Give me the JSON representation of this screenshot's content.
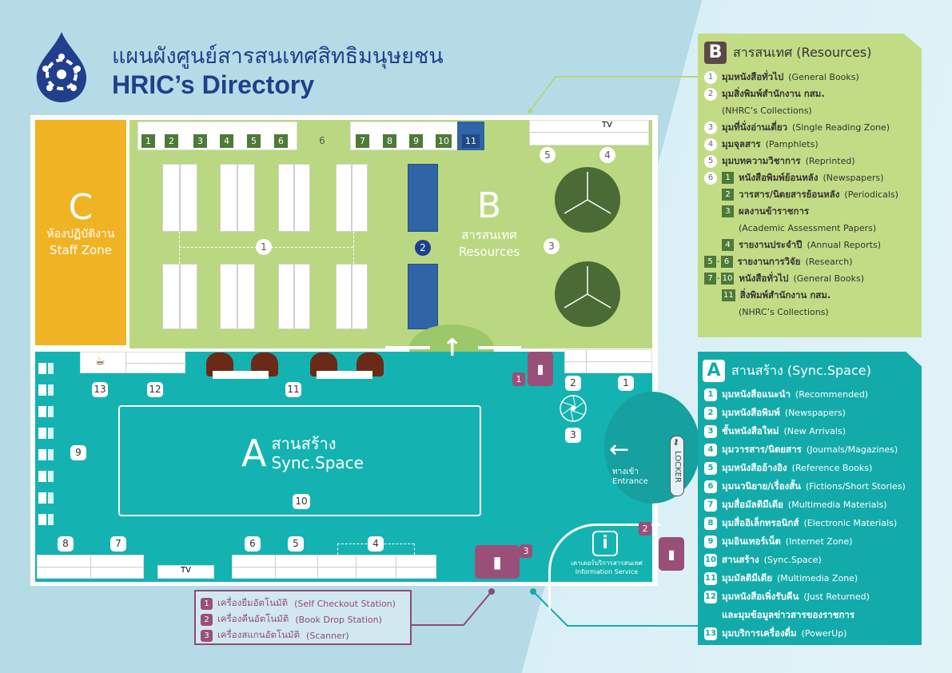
{
  "header": {
    "title_th": "แผนผังศูนย์สารสนเทศสิทธิมนุษยชน",
    "title_en": "HRIC’s Directory",
    "logo": "hric-logo"
  },
  "zones": {
    "C": {
      "letter": "C",
      "th": "ห้องปฏิบัติงาน",
      "en": "Staff Zone",
      "color": "#f0b323"
    },
    "B": {
      "letter": "B",
      "th": "สารสนเทศ",
      "en": "Resources",
      "color": "#bad881"
    },
    "A": {
      "letter": "A",
      "th": "สานสร้าง",
      "en": "Sync.Space",
      "color": "#14b3b1"
    }
  },
  "map": {
    "b_shelf_left": [
      "1",
      "2",
      "3",
      "4",
      "5",
      "6"
    ],
    "b_shelf_right": [
      "7",
      "8",
      "9",
      "10",
      "11"
    ],
    "b_six": "6",
    "b_one": "1",
    "b_two": "2",
    "b_three": "3",
    "b_four": "4",
    "b_five": "5",
    "tv": "TV",
    "a_labels": {
      "n1": "1",
      "n2": "2",
      "n3": "3",
      "n4": "4",
      "n5": "5",
      "n6": "6",
      "n7": "7",
      "n8": "8",
      "n9": "9",
      "n10": "10",
      "n11": "11",
      "n12": "12",
      "n13": "13"
    },
    "device_labels": {
      "d1": "1",
      "d2": "2",
      "d3": "3"
    },
    "entrance_th": "ทางเข้า",
    "entrance_en": "Entrance",
    "locker": "LOCKER",
    "info_th": "เคาเตอร์บริการสารสนเทศ",
    "info_en": "Information Service",
    "info_icon": "i"
  },
  "legend_b": {
    "letter": "B",
    "title": "สารสนเทศ (Resources)",
    "items": [
      {
        "badge": "1",
        "th": "มุมหนังสือทั่วไป",
        "en": "(General Books)"
      },
      {
        "badge": "2",
        "th": "มุมสิ่งพิมพ์สำนักงาน กสม.",
        "en": ""
      },
      {
        "badge": "",
        "th": "",
        "en": "(NHRC’s Collections)"
      },
      {
        "badge": "3",
        "th": "มุมที่นั่งอ่านเดี่ยว",
        "en": "(Single Reading Zone)"
      },
      {
        "badge": "4",
        "th": "มุมจุลสาร",
        "en": "(Pamphlets)"
      },
      {
        "badge": "5",
        "th": "มุมบทความวิชาการ",
        "en": "(Reprinted)"
      },
      {
        "badge": "6",
        "sub": "1",
        "th": "หนังสือพิมพ์ย้อนหลัง",
        "en": "(Newspapers)"
      },
      {
        "sub": "2",
        "th": "วารสาร/นิตยสารย้อนหลัง",
        "en": "(Periodicals)"
      },
      {
        "sub": "3",
        "th": "ผลงานข้าราชการ",
        "en": ""
      },
      {
        "sub": "",
        "th": "",
        "en": "(Academic Assessment Papers)"
      },
      {
        "sub": "4",
        "th": "รายงานประจำปี",
        "en": "(Annual Reports)"
      },
      {
        "range": [
          "5",
          "6"
        ],
        "th": "รายงานการวิจัย",
        "en": "(Research)"
      },
      {
        "range": [
          "7",
          "10"
        ],
        "th": "หนังสือทั่วไป",
        "en": "(General Books)"
      },
      {
        "sub": "11",
        "th": "สิ่งพิมพ์สำนักงาน กสม.",
        "en": ""
      },
      {
        "sub": "",
        "th": "",
        "en": "(NHRC’s Collections)"
      }
    ]
  },
  "legend_a": {
    "letter": "A",
    "title": "สานสร้าง (Sync.Space)",
    "items": [
      {
        "badge": "1",
        "th": "มุมหนังสือแนะนำ",
        "en": "(Recommended)"
      },
      {
        "badge": "2",
        "th": "มุมหนังสือพิมพ์",
        "en": "(Newspapers)"
      },
      {
        "badge": "3",
        "th": "ชั้นหนังสือใหม่",
        "en": "(New Arrivals)"
      },
      {
        "badge": "4",
        "th": "มุมวารสาร/นิตยสาร",
        "en": "(Journals/Magazines)"
      },
      {
        "badge": "5",
        "th": "มุมหนังสืออ้างอิง",
        "en": "(Reference Books)"
      },
      {
        "badge": "6",
        "th": "มุมนวนิยาย/เรื่องสั้น",
        "en": "(Fictions/Short Stories)"
      },
      {
        "badge": "7",
        "th": "มุมสื่อมัลติมีเดีย",
        "en": "(Multimedia Materials)"
      },
      {
        "badge": "8",
        "th": "มุมสื่ออิเล็กทรอนิกส์",
        "en": "(Electronic Materials)"
      },
      {
        "badge": "9",
        "th": "มุมอินเทอร์เน็ต",
        "en": "(Internet Zone)"
      },
      {
        "badge": "10",
        "th": "สานสร้าง",
        "en": "(Sync.Space)"
      },
      {
        "badge": "11",
        "th": "มุมมัลติมีเดีย",
        "en": "(Multimedia Zone)"
      },
      {
        "badge": "12",
        "th": "มุมหนังสือเพิ่งรับคืน",
        "en": "(Just Returned)"
      },
      {
        "badge": "",
        "th": "และมุมข้อมูลข่าวสารของราชการ",
        "en": ""
      },
      {
        "badge": "13",
        "th": "มุมบริการเครื่องดื่ม",
        "en": "(PowerUp)"
      }
    ]
  },
  "legend_devices": {
    "items": [
      {
        "badge": "1",
        "th": "เครื่องยืมอัตโนมัติ",
        "en": "(Self Checkout Station)"
      },
      {
        "badge": "2",
        "th": "เครื่องคืนอัตโนมัติ",
        "en": "(Book Drop Station)"
      },
      {
        "badge": "3",
        "th": "เครื่องสแกนอัตโนมัติ",
        "en": "(Scanner)"
      }
    ]
  },
  "colors": {
    "title": "#213f8c",
    "device": "#9a4f79",
    "shelf_green": "#4e7a37",
    "shelf_blue": "#2f64a6"
  }
}
